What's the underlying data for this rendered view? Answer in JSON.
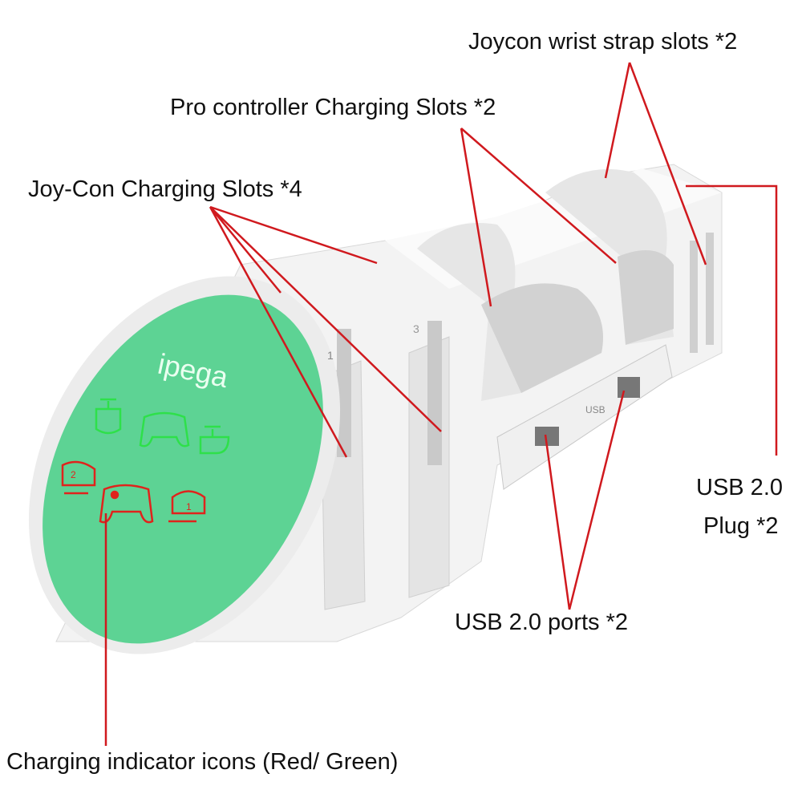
{
  "labels": {
    "wrist_strap": "Joycon wrist strap slots *2",
    "pro_slots": "Pro controller Charging Slots *2",
    "joycon_slots": "Joy-Con Charging Slots *4",
    "usb_plug_line1": "USB 2.0",
    "usb_plug_line2": "Plug *2",
    "usb_ports": "USB 2.0 ports *2",
    "indicator": "Charging indicator icons (Red/ Green)"
  },
  "product": {
    "brand": "ipega",
    "port_label": "USB",
    "slot_numbers": [
      "1",
      "3"
    ],
    "indicator_numbers": [
      "2",
      "1"
    ]
  },
  "colors": {
    "callout_line": "#d0191e",
    "panel_green": "#5dd394",
    "icon_green": "#2ee04a",
    "icon_red": "#e0231c",
    "dock_white": "#f2f2f2"
  }
}
